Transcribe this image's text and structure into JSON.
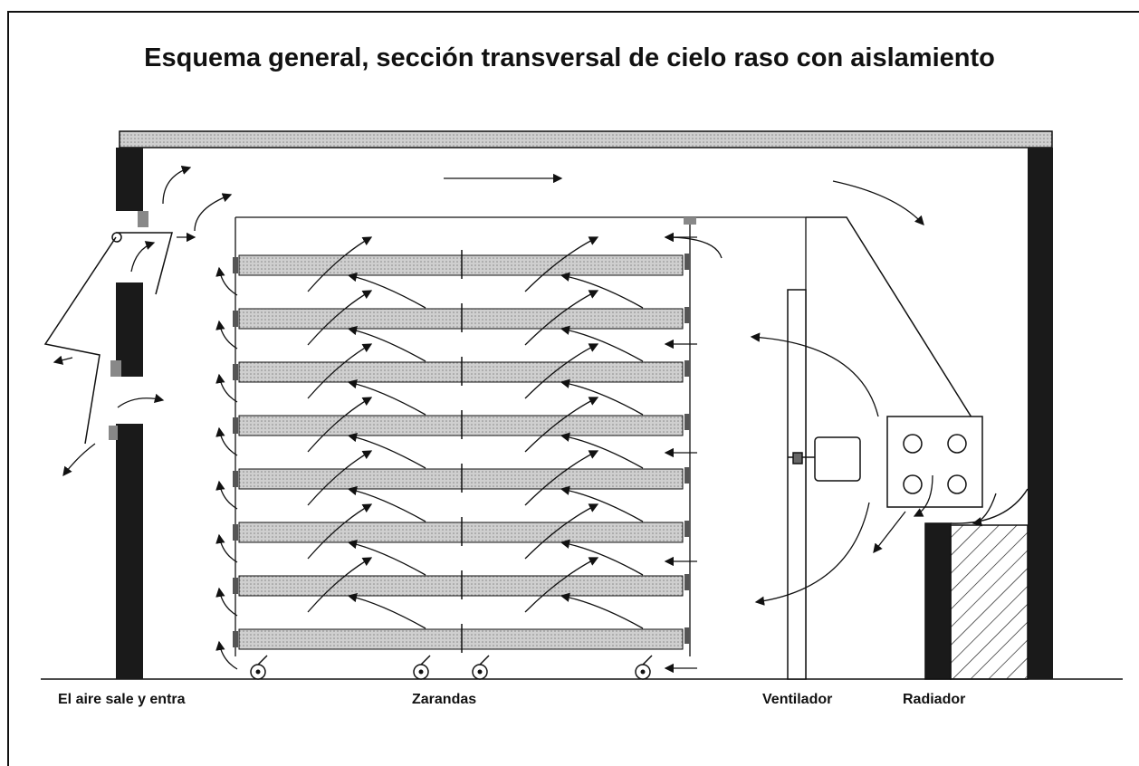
{
  "title": "Esquema general, sección transversal de cielo raso con aislamiento",
  "labels": {
    "air": "El aire sale y entra",
    "trays": "Zarandas",
    "fan": "Ventilador",
    "radiator": "Radiador"
  },
  "colors": {
    "ink": "#111111",
    "wall": "#1a1a1a",
    "roof": "#bdbdbd"
  },
  "trays": {
    "rows": 8
  }
}
